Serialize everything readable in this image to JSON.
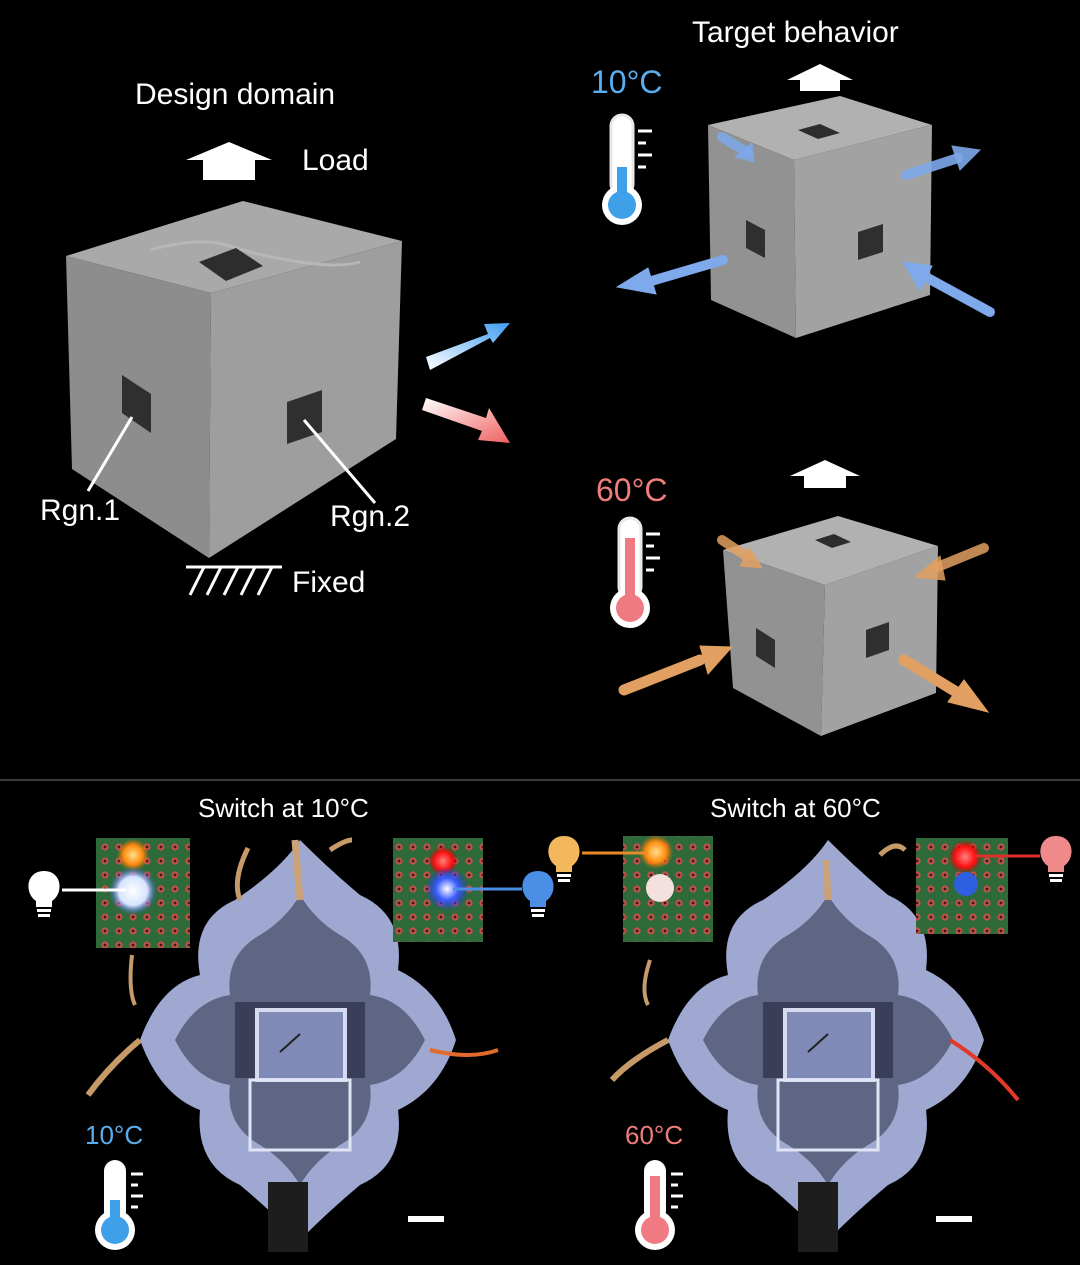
{
  "top": {
    "design_title": "Design domain",
    "load_label": "Load",
    "fixed_label": "Fixed",
    "rgn1_label": "Rgn.1",
    "rgn2_label": "Rgn.2",
    "target_title": "Target behavior",
    "cold_temp": "10°C",
    "hot_temp": "60°C"
  },
  "bottom": {
    "left_title": "Switch at 10°C",
    "right_title": "Switch at 60°C",
    "left_temp": "10°C",
    "right_temp": "60°C"
  },
  "colors": {
    "background": "#000000",
    "cube_top": "#a9a9a9",
    "cube_left": "#8c8c8c",
    "cube_right": "#9d9d9d",
    "cold": "#5aaef0",
    "hot": "#f07c7c",
    "cold_arrow": "#7aa7e8",
    "hot_arrow": "#d99a5a",
    "lattice": "#a9b3d6"
  },
  "icons": [
    "load-arrow-icon",
    "fixed-support-icon",
    "thermometer-cold-icon",
    "thermometer-hot-icon",
    "bulb-icon"
  ]
}
